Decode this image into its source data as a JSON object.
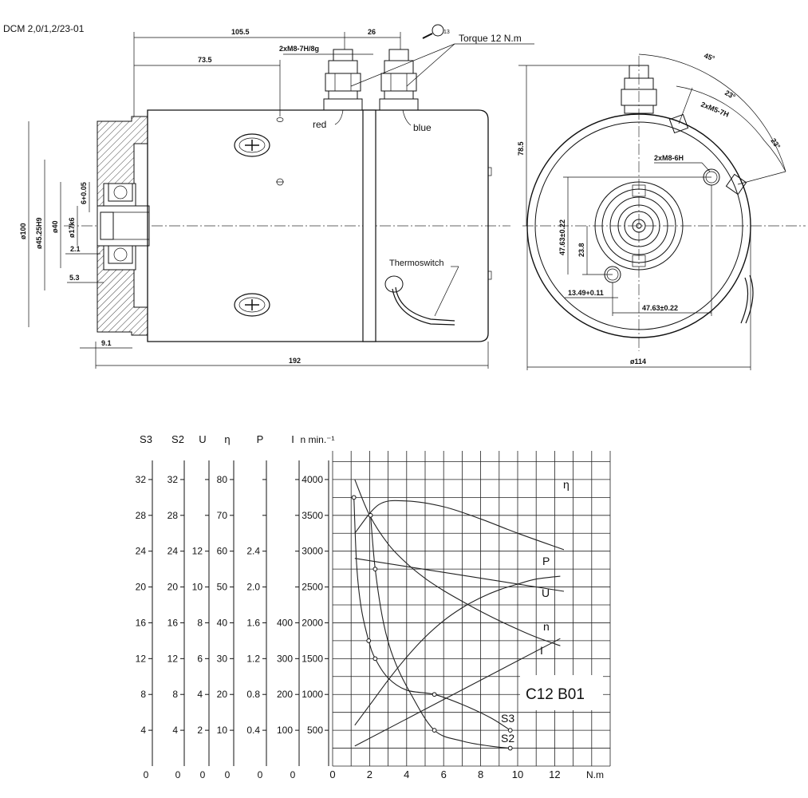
{
  "header": {
    "doc_code": "DCM 2,0/1,2/23-01"
  },
  "drawing": {
    "torque_note": "Torque 12 N.m",
    "wrench_size": "13",
    "terminal_red": "red",
    "terminal_blue": "blue",
    "thermoswitch": "Thermoswitch",
    "dims": {
      "d105_5": "105.5",
      "d26": "26",
      "d73_5": "73.5",
      "thread_m8_7h": "2xM8-7H/8g",
      "d192": "192",
      "d9_1": "9.1",
      "d5_3": "5.3",
      "d2_1": "2.1",
      "phi100": "ø100",
      "phi45": "ø45.25H9",
      "phi40": "ø40",
      "phi17": "ø17k6",
      "d6": "6+0.05",
      "d78_5": "78.5",
      "ang45": "45°",
      "ang23a": "23°",
      "ang23b": "23°",
      "thread_m5": "2xM5-7H",
      "thread_m8_6h": "2xM8-6H",
      "d47_63v": "47.63±0.22",
      "d23_8": "23.8",
      "d13_49": "13.49+0.11",
      "d47_63h": "47.63±0.22",
      "phi114": "ø114"
    }
  },
  "chart_data": {
    "type": "line",
    "model_label": "C12 B01",
    "x_unit": "N.m",
    "x_ticks": [
      0,
      2,
      4,
      6,
      8,
      10,
      12
    ],
    "xlim": [
      0,
      15
    ],
    "n_axis": {
      "label": "n min.⁻¹",
      "ticks": [
        500,
        1000,
        1500,
        2000,
        2500,
        3000,
        3500,
        4000
      ],
      "lim": [
        0,
        4400
      ]
    },
    "scales": [
      {
        "name": "S3",
        "ticks": [
          "4",
          "8",
          "12",
          "16",
          "20",
          "24",
          "28",
          "32"
        ],
        "zero": "0"
      },
      {
        "name": "S2",
        "ticks": [
          "4",
          "8",
          "12",
          "16",
          "20",
          "24",
          "28",
          "32"
        ],
        "zero": "0"
      },
      {
        "name": "U",
        "ticks": [
          "2",
          "4",
          "6",
          "8",
          "10",
          "12",
          "",
          ""
        ],
        "zero": "0"
      },
      {
        "name": "η",
        "ticks": [
          "10",
          "20",
          "30",
          "40",
          "50",
          "60",
          "70",
          "80"
        ],
        "zero": "0"
      },
      {
        "name": "P",
        "ticks": [
          "0.4",
          "0.8",
          "1.2",
          "1.6",
          "2.0",
          "2.4",
          "",
          ""
        ],
        "zero": "0"
      },
      {
        "name": "I",
        "ticks": [
          "100",
          "200",
          "300",
          "400",
          "",
          "",
          "",
          ""
        ],
        "zero": "0"
      }
    ],
    "series": [
      {
        "name": "η",
        "x": [
          1.2,
          2.5,
          4,
          6,
          8,
          10,
          12.5
        ],
        "y": [
          3250,
          3650,
          3700,
          3620,
          3450,
          3250,
          3020
        ]
      },
      {
        "name": "P",
        "x": [
          1.2,
          2,
          3,
          4,
          5,
          6,
          7,
          8,
          9,
          10,
          11,
          12.3
        ],
        "y": [
          570,
          850,
          1200,
          1520,
          1800,
          2030,
          2210,
          2350,
          2460,
          2540,
          2610,
          2650
        ]
      },
      {
        "name": "U",
        "x": [
          1.2,
          12.5
        ],
        "y": [
          2900,
          2440
        ]
      },
      {
        "name": "n",
        "x": [
          1.2,
          2,
          3,
          4,
          5,
          6,
          7,
          8,
          9,
          10,
          11,
          12.3
        ],
        "y": [
          4000,
          3500,
          3100,
          2830,
          2620,
          2450,
          2300,
          2160,
          2030,
          1910,
          1800,
          1680
        ]
      },
      {
        "name": "I",
        "x": [
          1.2,
          12.3
        ],
        "y": [
          280,
          1780
        ]
      },
      {
        "name": "S3",
        "x": [
          1.15,
          1.3,
          1.55,
          1.95,
          2.3,
          3,
          4,
          5.5,
          7,
          8.5,
          9.6
        ],
        "y": [
          3750,
          2800,
          2200,
          1750,
          1500,
          1230,
          1060,
          1000,
          860,
          680,
          500
        ]
      },
      {
        "name": "S2",
        "x": [
          2.05,
          2.3,
          2.75,
          3.3,
          4.2,
          5.5,
          7,
          8.5,
          9.6
        ],
        "y": [
          3500,
          2750,
          2000,
          1500,
          1020,
          500,
          350,
          280,
          250
        ]
      }
    ],
    "markers": [
      {
        "series": "S3",
        "x": 1.15,
        "y": 3750
      },
      {
        "series": "S3",
        "x": 1.95,
        "y": 1750
      },
      {
        "series": "S3",
        "x": 5.5,
        "y": 1000
      },
      {
        "series": "S3",
        "x": 9.6,
        "y": 500
      },
      {
        "series": "S2",
        "x": 2.05,
        "y": 3500
      },
      {
        "series": "S2",
        "x": 2.3,
        "y": 2750
      },
      {
        "series": "S2",
        "x": 2.3,
        "y": 1500
      },
      {
        "series": "S2",
        "x": 5.5,
        "y": 500
      },
      {
        "series": "S2",
        "x": 9.6,
        "y": 250
      }
    ]
  }
}
